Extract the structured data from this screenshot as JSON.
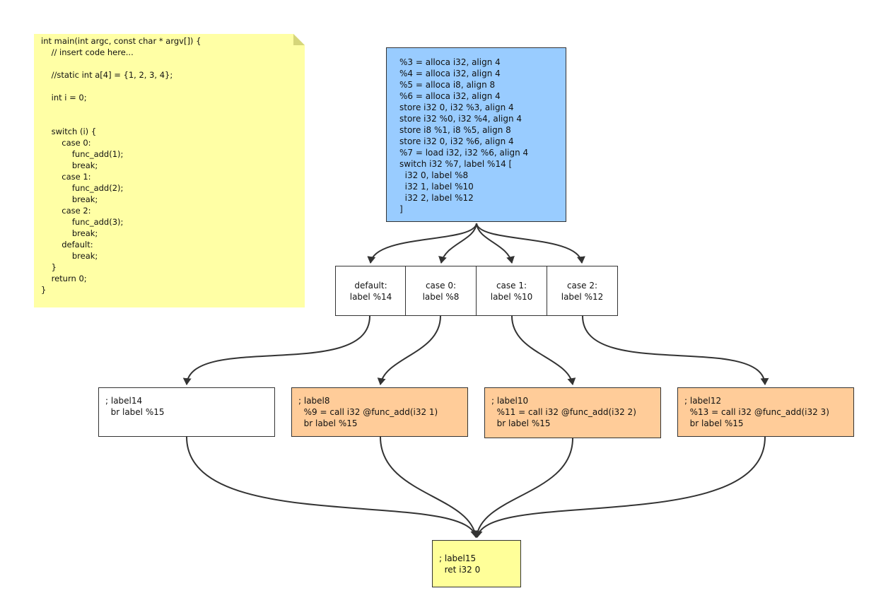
{
  "source_note": {
    "lines": [
      "int main(int argc, const char * argv[]) {",
      "    // insert code here...",
      "",
      "    //static int a[4] = {1, 2, 3, 4};",
      "",
      "    int i = 0;",
      "",
      "",
      "    switch (i) {",
      "        case 0:",
      "            func_add(1);",
      "            break;",
      "        case 1:",
      "            func_add(2);",
      "            break;",
      "        case 2:",
      "            func_add(3);",
      "            break;",
      "        default:",
      "            break;",
      "    }",
      "    return 0;",
      "}"
    ]
  },
  "entry_block": {
    "lines": [
      "%3 = alloca i32, align 4",
      "%4 = alloca i32, align 4",
      "%5 = alloca i8, align 8",
      "%6 = alloca i32, align 4",
      "store i32 0, i32 %3, align 4",
      "store i32 %0, i32 %4, align 4",
      "store i8 %1, i8 %5, align 8",
      "store i32 0, i32 %6, align 4",
      "%7 = load i32, i32 %6, align 4",
      "switch i32 %7, label %14 [",
      "  i32 0, label %8",
      "  i32 1, label %10",
      "  i32 2, label %12",
      "]"
    ]
  },
  "cases": [
    {
      "label": "default:\nlabel %14"
    },
    {
      "label": "case 0:\nlabel %8"
    },
    {
      "label": "case 1:\nlabel %10"
    },
    {
      "label": "case 2:\nlabel %12"
    }
  ],
  "blocks": [
    {
      "text": "; label14\n  br label %15"
    },
    {
      "text": "; label8\n  %9 = call i32 @func_add(i32 1)\n  br label %15"
    },
    {
      "text": "; label10\n  %11 = call i32 @func_add(i32 2)\n  br label %15"
    },
    {
      "text": "; label12\n  %13 = call i32 @func_add(i32 3)\n  br label %15"
    }
  ],
  "exit_block": {
    "text": "; label15\n  ret i32 0"
  },
  "colors": {
    "entry": "#99ccff",
    "case_block": "#ffcc99",
    "exit": "#ffff99",
    "note": "#ffffa5",
    "edge": "#333333"
  }
}
